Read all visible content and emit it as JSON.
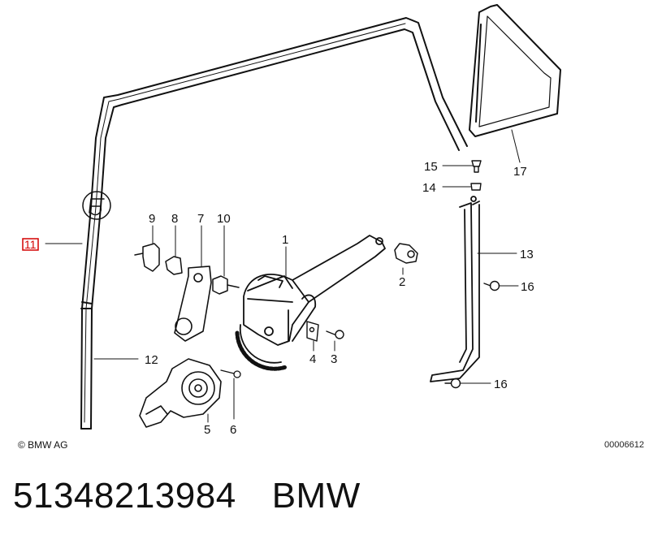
{
  "diagram": {
    "callouts": {
      "c1": "1",
      "c2": "2",
      "c3": "3",
      "c4": "4",
      "c5": "5",
      "c6": "6",
      "c7": "7",
      "c8": "8",
      "c9": "9",
      "c10": "10",
      "c11": "11",
      "c12": "12",
      "c13": "13",
      "c14": "14",
      "c15": "15",
      "c16a": "16",
      "c16b": "16",
      "c17": "17"
    },
    "highlight_color": "#d40000",
    "copyright": "© BMW AG",
    "diagram_id": "00006612"
  },
  "footer": {
    "part_number": "51348213984",
    "brand": "BMW"
  }
}
